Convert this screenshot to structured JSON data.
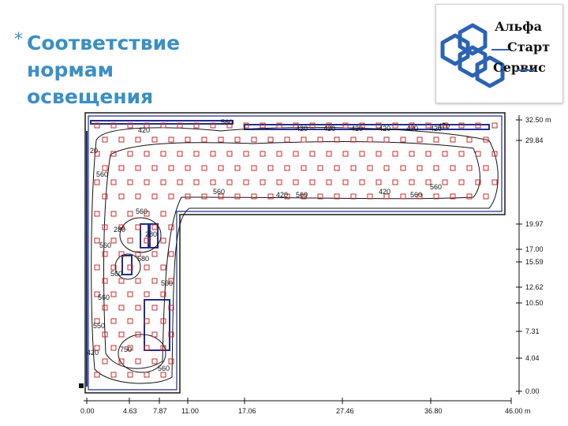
{
  "slide": {
    "bullet": "*",
    "title_lines": [
      "Соответствие",
      "нормам",
      "освещения"
    ]
  },
  "logo": {
    "lines": [
      "Альфа",
      "Старт",
      "Сервис"
    ],
    "accent_color": "#2b63b5"
  },
  "plan": {
    "contour_labels": [
      "420",
      "560",
      "420",
      "420",
      "420",
      "420",
      "420",
      "420",
      "470",
      "560",
      "420",
      "560",
      "420",
      "560",
      "560",
      "20",
      "560",
      "560",
      "280",
      "280",
      "560",
      "580",
      "560",
      "560",
      "560",
      "550",
      "750",
      "560",
      "420"
    ],
    "right_scale": [
      "32.50 m",
      "29.84",
      "19.97",
      "17.00",
      "15.59",
      "12.62",
      "10.50",
      "7.31",
      "4.04",
      "0.00"
    ],
    "bottom_scale": [
      "0.00",
      "4.63",
      "7.87",
      "11.00",
      "17.06",
      "27.46",
      "36.80",
      "46.00 m"
    ],
    "colors": {
      "wall": "#1a1a1a",
      "luminaire": "#cc2a2a",
      "fixture": "#1f2e8f"
    }
  }
}
